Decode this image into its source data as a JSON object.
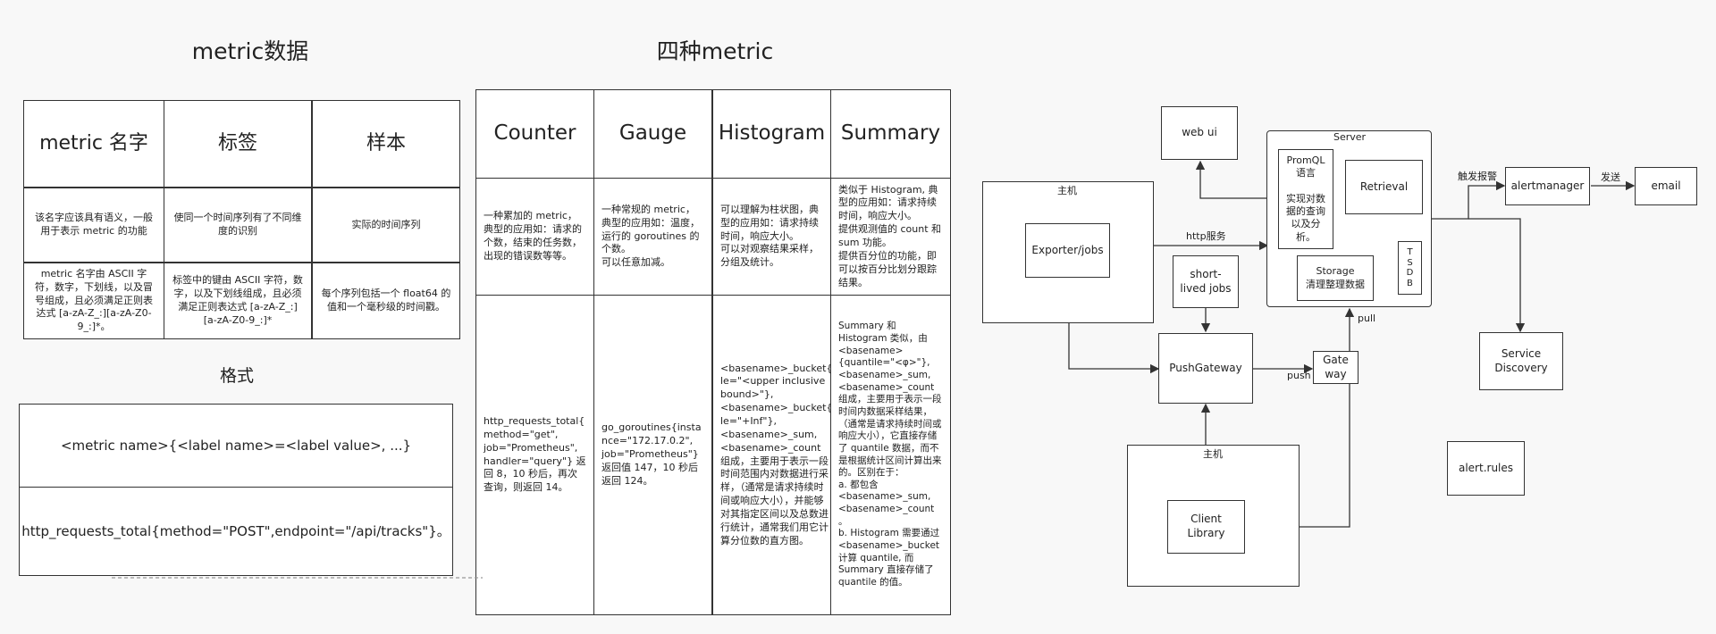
{
  "section1": {
    "title": "metric数据",
    "headers": [
      "metric 名字",
      "标签",
      "样本"
    ],
    "row2": [
      "该名字应该具有语义，一般用于表示 metric 的功能",
      "使同一个时间序列有了不同维度的识别",
      "实际的时间序列"
    ],
    "row3": [
      "metric 名字由 ASCII 字符，数字，下划线，以及冒号组成，且必须满足正则表达式 [a-zA-Z_:][a-zA-Z0-9_:]*。",
      "标签中的键由 ASCII 字符，数字，以及下划线组成，且必须满足正则表达式 [a-zA-Z_:][a-zA-Z0-9_:]*",
      "每个序列包括一个 float64 的值和一个毫秒级的时间戳。"
    ]
  },
  "format": {
    "title": "格式",
    "template": "<metric name>{<label name>=<label value>, ...}",
    "example": "http_requests_total{method=\"POST\",endpoint=\"/api/tracks\"}。"
  },
  "section2": {
    "title": "四种metric",
    "headers": [
      "Counter",
      "Gauge",
      "Histogram",
      "Summary"
    ],
    "desc": [
      "一种累加的 metric，典型的应用如：请求的个数，结束的任务数，出现的错误数等等。",
      "一种常规的 metric，典型的应用如：温度，运行的 goroutines 的个数。\n可以任意加减。",
      "可以理解为柱状图，典型的应用如：请求持续时间，响应大小。\n可以对观察结果采样，分组及统计。",
      "类似于 Histogram, 典型的应用如：请求持续时间，响应大小。\n提供观测值的 count 和 sum 功能。\n提供百分位的功能，即可以按百分比划分跟踪结果。"
    ],
    "examples": [
      "http_requests_total{\nmethod=\"get\",\njob=\"Prometheus\",\nhandler=\"query\"} 返回 8，10 秒后，再次查询，则返回 14。",
      "go_goroutines{instance=\"172.17.0.2\",\njob=\"Prometheus\"}\n返回值 147，10 秒后返回 124。",
      "<basename>_bucket{\nle=\"<upper inclusive bound>\"},\n<basename>_bucket{\nle=\"+Inf\"},\n<basename>_sum,\n<basename>_count\n组成，主要用于表示一段时间范围内对数据进行采样，（通常是请求持续时间或响应大小），并能够对其指定区间以及总数进行统计，通常我们用它计算分位数的直方图。",
      "Summary 和 Histogram 类似，由 <basename>\n{quantile=\"<φ>\"},\n<basename>_sum,\n<basename>_count\n组成，主要用于表示一段时间内数据采样结果，（通常是请求持续时间或响应大小），它直接存储了 quantile 数据，而不是根据统计区间计算出来的。区别在于：\na. 都包含 <basename>_sum,\n<basename>_count\n。\n b. Histogram 需要通过 <basename>_bucket 计算 quantile, 而 Summary 直接存储了 quantile 的值。"
    ]
  },
  "arch": {
    "host1_label": "主机",
    "host2_label": "主机",
    "server_label": "Server",
    "web_ui": "web ui",
    "exporter": "Exporter/jobs",
    "short_jobs": "short-\nlived jobs",
    "pushgateway": "PushGateway",
    "gateway": "Gate\nway",
    "client_library": "Client\nLibrary",
    "promql": "PromQL\n语言\n\n实现对数\n据的查询\n以及分\n析。",
    "retrieval": "Retrieval",
    "storage": "Storage\n清理整理数据",
    "tsdb": "T\nS\nD\nB",
    "alertmanager": "alertmanager",
    "email": "email",
    "service_discovery": "Service\nDiscovery",
    "alert_rules": "alert.rules",
    "edge_http": "http服务",
    "edge_push": "push",
    "edge_pull": "pull",
    "edge_alert": "触发报警",
    "edge_send": "发送"
  }
}
